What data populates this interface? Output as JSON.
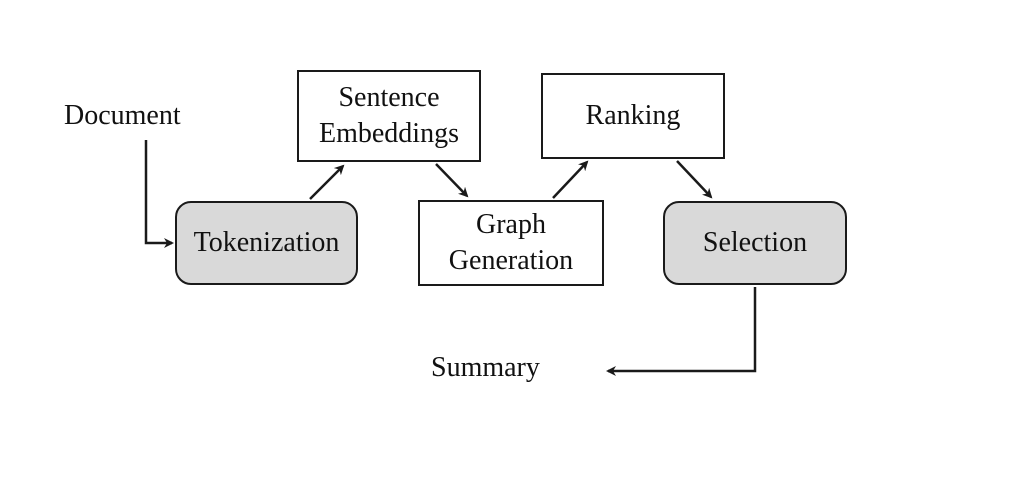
{
  "inputs": {
    "document": "Document"
  },
  "outputs": {
    "summary": "Summary"
  },
  "steps": {
    "tokenization": "Tokenization",
    "sentence_embeddings": "Sentence\nEmbeddings",
    "graph_generation": "Graph\nGeneration",
    "ranking": "Ranking",
    "selection": "Selection"
  },
  "colors": {
    "line": "#1a1a1a",
    "rounded_fill": "#d9d9d9",
    "box_fill": "#ffffff"
  }
}
